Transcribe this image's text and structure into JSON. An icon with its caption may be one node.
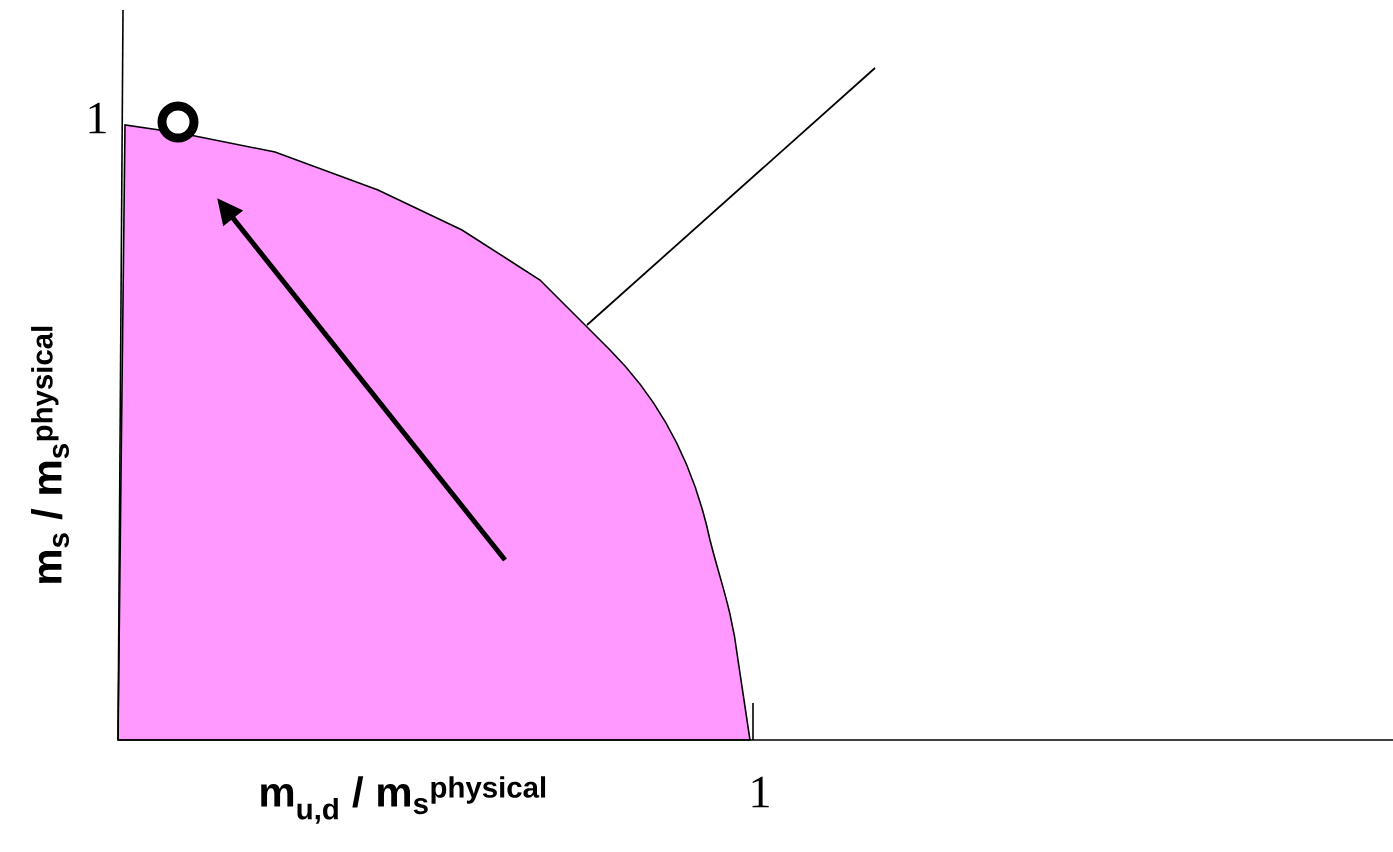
{
  "diagram": {
    "labels": [
      "1",
      "1",
      "m$_{u,d}$ / m$_{s}$$^{physical}$",
      "m$_{s}$ / m$_{s}$$^{physical}$"
    ]
  }
}
